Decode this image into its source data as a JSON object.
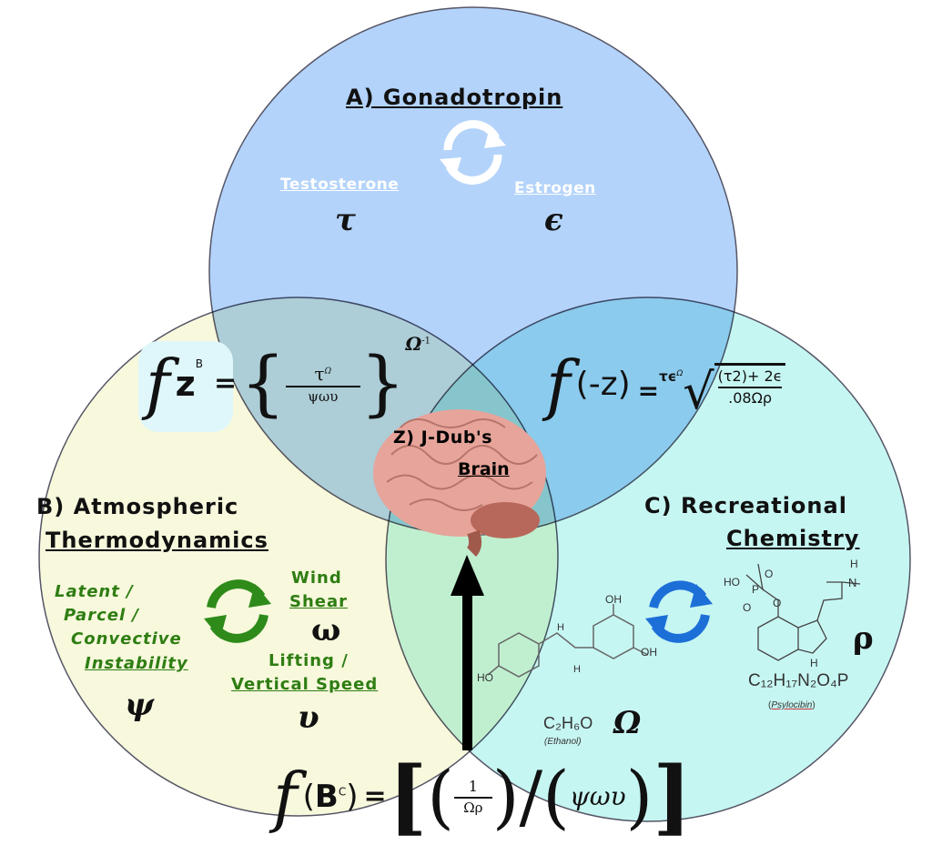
{
  "circles": {
    "a": {
      "title": "A) Gonadotropin",
      "left_label": "Testosterone",
      "left_symbol": "τ",
      "right_label": "Estrogen",
      "right_symbol": "ϵ",
      "color": "#b3d3fa"
    },
    "b": {
      "title_line1": "B) Atmospheric",
      "title_line2": "Thermodynamics",
      "color": "#f7f8dc",
      "left_terms": [
        "Latent /",
        "Parcel /",
        "Convective",
        "Instability"
      ],
      "left_symbol": "ψ",
      "right_top": [
        "Wind",
        "Shear"
      ],
      "right_top_symbol": "ω",
      "right_bottom": [
        "Lifting /",
        "Vertical Speed"
      ],
      "right_bottom_symbol": "υ"
    },
    "c": {
      "title_line1": "C) Recreational",
      "title_line2": "Chemistry",
      "color": "#c6f6f2",
      "ethanol_formula": "C₂H₆O",
      "ethanol_name": "Ethanol",
      "ethanol_symbol": "Ω",
      "psilocybin_formula": "C₁₂H₁₇N₂O₄P",
      "psilocybin_name": "Psylocibin",
      "psilocybin_symbol": "ρ",
      "oh_labels": [
        "OH",
        "OH",
        "HO",
        "H",
        "H"
      ],
      "psilocybin_labels": [
        "HO",
        "P",
        "O",
        "O",
        "O",
        "N",
        "H",
        "H"
      ]
    },
    "z": {
      "line1": "Z) J-Dub's",
      "line2": "Brain"
    }
  },
  "formulas": {
    "ab": {
      "f": "f",
      "arg": "z",
      "sup": "B",
      "eq": "=",
      "num": "τ",
      "num_sup": "Ω",
      "den": "ψωυ",
      "exp": "Ω",
      "exp_sup": "-1"
    },
    "ac": {
      "f": "f",
      "arg": "-z",
      "eq": "=",
      "pre": "τϵ",
      "pre_sup": "Ω",
      "num": "(τ2)+ 2ϵ",
      "den": ".08Ωρ"
    },
    "bc": {
      "f": "f",
      "arg": "B",
      "sup": "C",
      "eq": "=",
      "num": "1",
      "den": "Ωρ",
      "right": "ψωυ"
    }
  }
}
